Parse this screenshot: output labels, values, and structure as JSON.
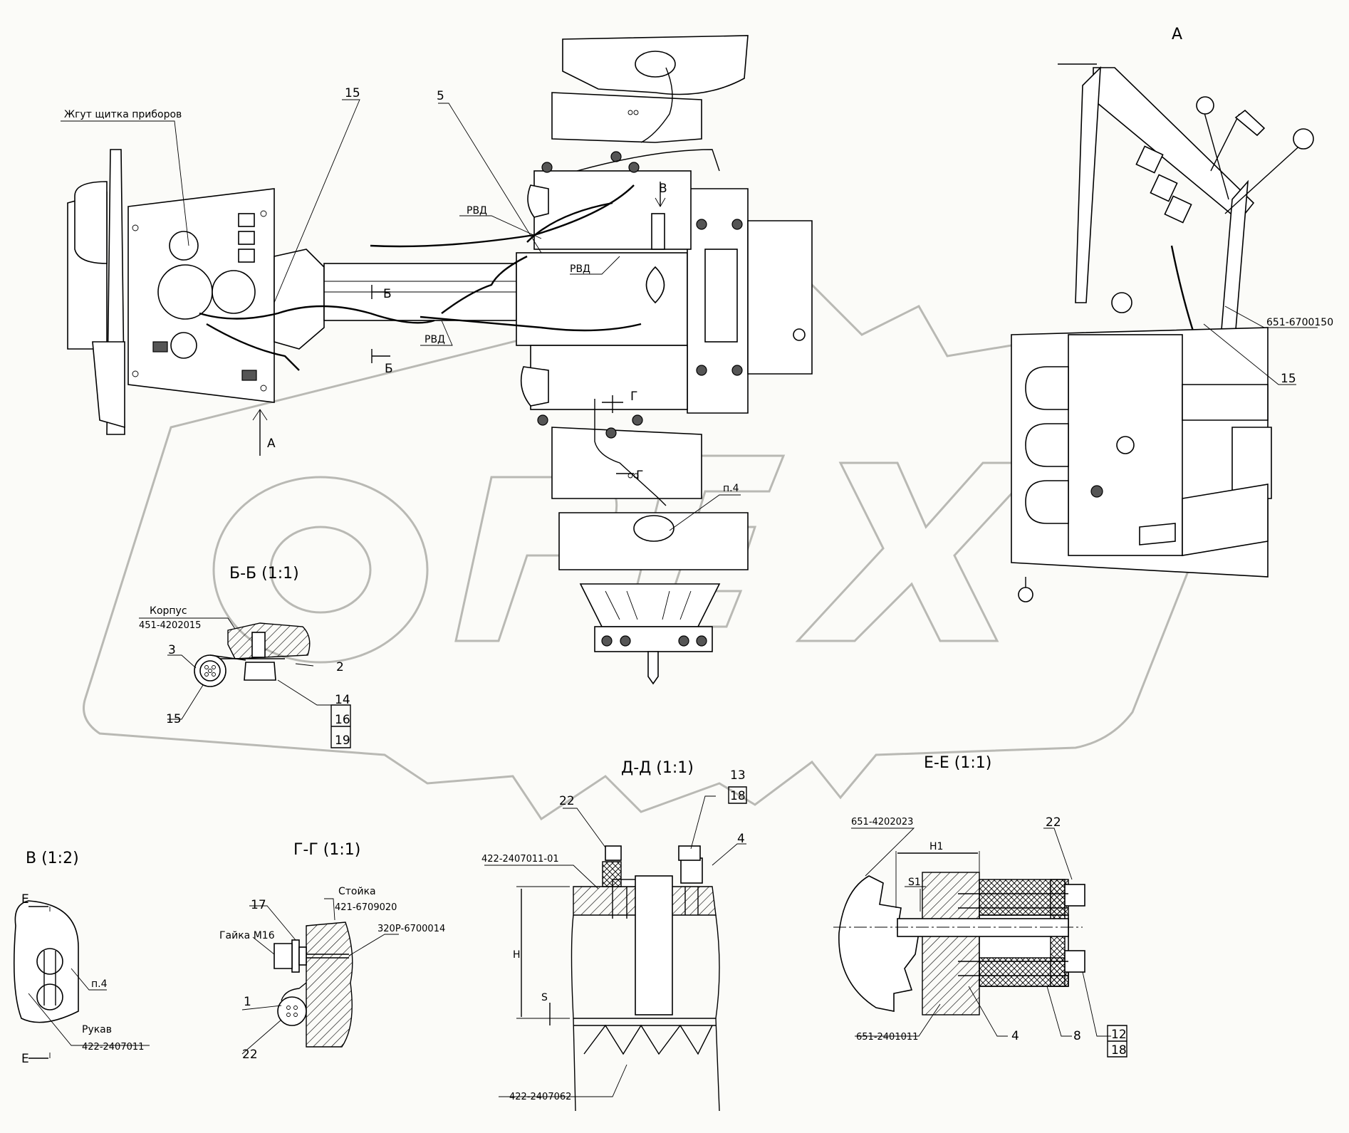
{
  "views": {
    "main_view": {
      "labels": {
        "harness": "Жгут щитка приборов",
        "item_15": "15",
        "item_5": "5",
        "rvd_1": "РВД",
        "rvd_2": "РВД",
        "rvd_3": "РВД",
        "section_b_top": "Б",
        "section_b_bottom": "Б",
        "view_v_arrow": "В",
        "view_a_arrow": "А",
        "section_g": "Г",
        "section_g_bottom": "Г",
        "point_4": "п.4"
      }
    },
    "view_a": {
      "title": "А",
      "part_number": "651-6700150",
      "item_15": "15"
    },
    "section_b_b": {
      "title": "Б-Б (1:1)",
      "housing_label": "Корпус",
      "housing_part": "451-4202015",
      "items": [
        "3",
        "2",
        "15",
        "14",
        "16",
        "19"
      ]
    },
    "view_v": {
      "title": "В (1:2)",
      "section_mark_top": "Е",
      "section_mark_bottom": "Е",
      "point": "п.4",
      "hose_label": "Рукав",
      "hose_part": "422-2407011"
    },
    "section_g_g": {
      "title": "Г-Г (1:1)",
      "post_label": "Стойка",
      "post_part": "421-6709020",
      "harness_part": "320Р-6700014",
      "nut_label": "Гайка М16",
      "items": [
        "17",
        "1",
        "22"
      ]
    },
    "section_d_d": {
      "title": "Д-Д (1:1)",
      "top_part": "422-2407011-01",
      "bottom_part": "422-2407062",
      "dim_h": "H",
      "dim_s": "S",
      "items": [
        "22",
        "13",
        "18",
        "4"
      ]
    },
    "section_e_e": {
      "title": "Е-Е (1:1)",
      "top_part": "651-4202023",
      "bottom_part": "651-2401011",
      "dim_h1": "H1",
      "dim_s1": "S1",
      "items": [
        "22",
        "4",
        "8",
        "12",
        "18"
      ]
    }
  },
  "watermark": "ОРЕХ"
}
